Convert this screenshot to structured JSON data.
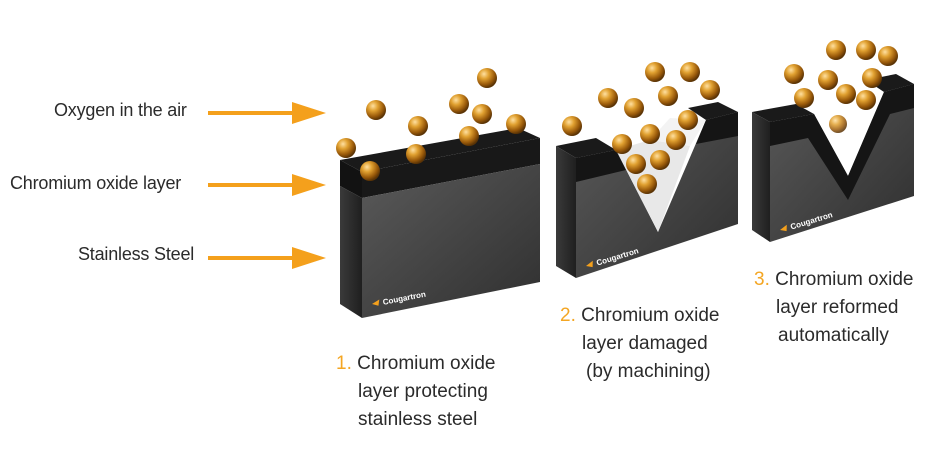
{
  "labels": {
    "oxygen": "Oxygen in the air",
    "oxide_layer": "Chromium oxide layer",
    "steel": "Stainless Steel"
  },
  "brand": "Cougartron",
  "steps": [
    {
      "number": "1.",
      "line1": "Chromium oxide",
      "line2": "layer protecting",
      "line3": "stainless steel"
    },
    {
      "number": "2.",
      "line1": "Chromium oxide",
      "line2": "layer damaged",
      "line3": "(by machining)"
    },
    {
      "number": "3.",
      "line1": "Chromium oxide",
      "line2": "layer reformed",
      "line3": "automatically"
    }
  ],
  "colors": {
    "arrow": "#f4a01c",
    "number": "#f4a623",
    "block": "#4a4a4a",
    "oxide": "#1c1c1c",
    "sphere": "#c7861a"
  },
  "icons": {
    "arrow": "arrow-right-icon",
    "oxygen": "oxygen-sphere-icon"
  }
}
